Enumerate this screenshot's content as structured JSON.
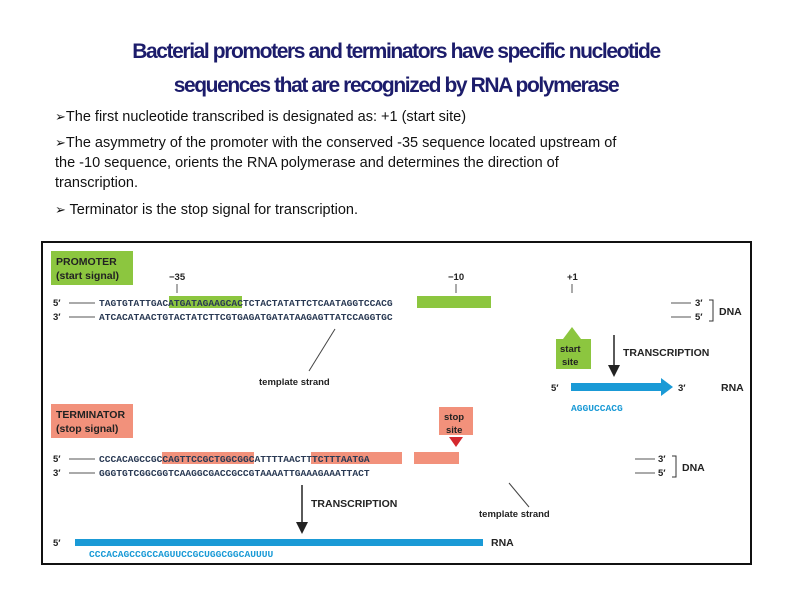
{
  "slide": {
    "title_line1": "Bacterial promoters and terminators have specific nucleotide",
    "title_line2": "sequences that are recognized by RNA  polymerase",
    "bullets": [
      "The first nucleotide transcribed is designated as: +1 (start  site)",
      "The asymmetry of the promoter with the conserved -35 sequence located upstream of",
      "the -10 sequence, orients the RNA polymerase and determines the direction of",
      "transcription.",
      "Terminator is the stop signal for transcription."
    ]
  },
  "figure": {
    "promoter": {
      "box_line1": "PROMOTER",
      "box_line2": "(start signal)",
      "pos_minus35": "−35",
      "pos_minus10": "−10",
      "pos_plus1": "+1",
      "strand_top": "5′",
      "strand_bottom": "3′",
      "strand_top_end": "3′",
      "strand_bottom_end": "5′",
      "top_pre": "TAGTGTA",
      "top_box35": "TTGACA",
      "top_mid": "TGATAGAAGCACTCTAC",
      "top_box10": "TATATT",
      "top_post": "CTCAATAGGTCCACG",
      "bottom_seq": "ATCACATAACTGTACTATCTTCGTGAGATGATATAAGAGTTATCCAGGTGC",
      "dna_label": "DNA",
      "template_label": "template strand",
      "start_site_line1": "start",
      "start_site_line2": "site",
      "transcription_label": "TRANSCRIPTION",
      "rna_5": "5′",
      "rna_3": "3′",
      "rna_label": "RNA",
      "rna_seq": "AGGUCCACG"
    },
    "terminator": {
      "box_line1": "TERMINATOR",
      "box_line2": "(stop signal)",
      "stop_site_line1": "stop",
      "stop_site_line2": "site",
      "strand_top": "5′",
      "strand_bottom": "3′",
      "strand_top_end": "3′",
      "strand_bottom_end": "5′",
      "top_pre": "CCCACA",
      "top_box1": "GCCGCCAG",
      "top_mid": "TTCCG",
      "top_box2": "CTGGCGGC",
      "top_a": "A",
      "top_tttt": "TTTT",
      "top_post": "AACTTTCTTTAATGA",
      "bottom_seq": "GGGTGTCGGCGGTCAAGGCGACCGCCGTAAAATTGAAAGAAATTACT",
      "dna_label": "DNA",
      "transcription_label": "TRANSCRIPTION",
      "template_label": "template strand",
      "rna_5": "5′",
      "rna_label": "RNA",
      "rna_seq": "CCCACAGCCGCCAGUUCCGCUGGCGGCAUUUU"
    },
    "colors": {
      "green": "#8cc63f",
      "salmon": "#f2917b",
      "blue": "#1a9ad6",
      "red": "#d4282e"
    }
  }
}
